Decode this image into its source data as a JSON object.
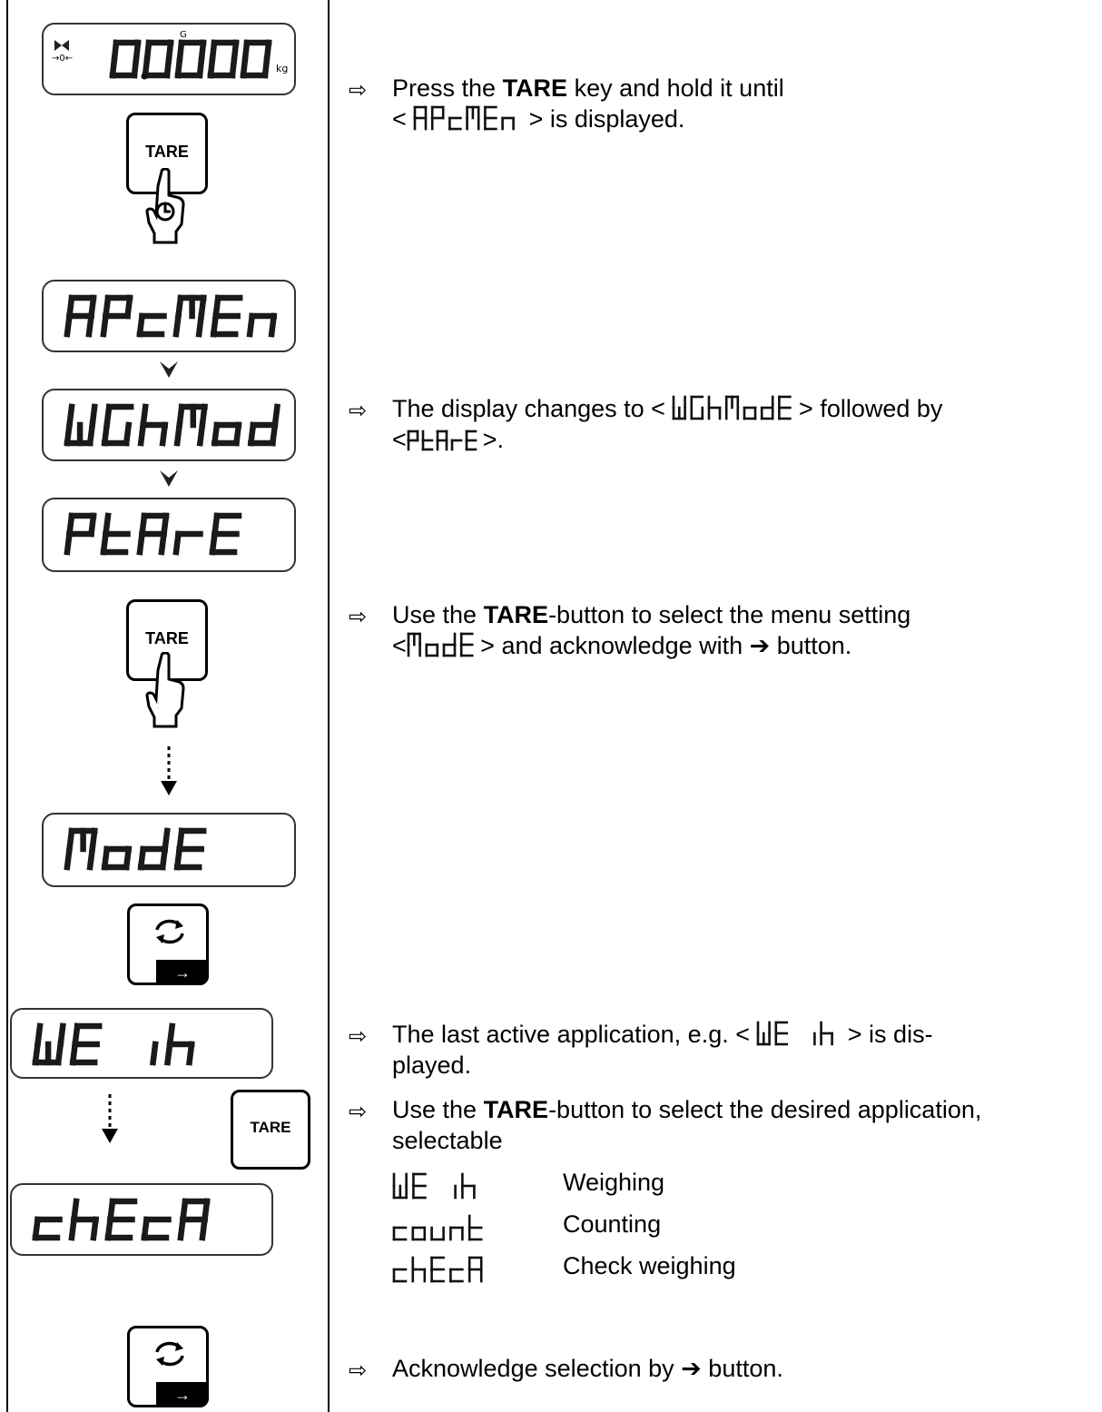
{
  "displays": {
    "weight": {
      "value": "0.0000",
      "unit": "kg",
      "zero_mark": "→0←",
      "gross_mark": "G"
    },
    "apcmen": "APcMEn",
    "wghmod": "WGhMod",
    "ptare": "PtArE",
    "mode": "ModE",
    "weih": "WE ih",
    "check": "chEcK"
  },
  "keys": {
    "tare": "TARE",
    "cycle_arrow": "→"
  },
  "bullet": "⇨",
  "steps": [
    {
      "pre": "Press the ",
      "bold": "TARE",
      "post": " key and hold it until",
      "line2_pre": "< ",
      "lcd": "APcMEn",
      "line2_post": " > is displayed."
    },
    {
      "pre": "The display changes to < ",
      "lcd": "WGhModE",
      "post": "> followed by",
      "line2_pre": "<",
      "lcd2": "PtArE",
      "line2_post": ">."
    },
    {
      "pre": "Use the ",
      "bold": "TARE",
      "post": "-button to select the menu setting",
      "line2_pre": "<",
      "lcd": "ModE",
      "line2_post": "> and acknowledge with ➔ button."
    },
    {
      "pre": "The last active application, e.g. < ",
      "lcd": "WE ih",
      "post": " > is dis-",
      "line2": "played."
    },
    {
      "pre": "Use the ",
      "bold": "TARE",
      "post": "-button to select the desired application,",
      "line2": "selectable"
    },
    {
      "text": "Acknowledge selection by ➔ button."
    }
  ],
  "applications": [
    {
      "code": "WE ih",
      "label": "Weighing"
    },
    {
      "code": "count",
      "label": "Counting"
    },
    {
      "code": "chEcK",
      "label": "Check weighing"
    }
  ]
}
